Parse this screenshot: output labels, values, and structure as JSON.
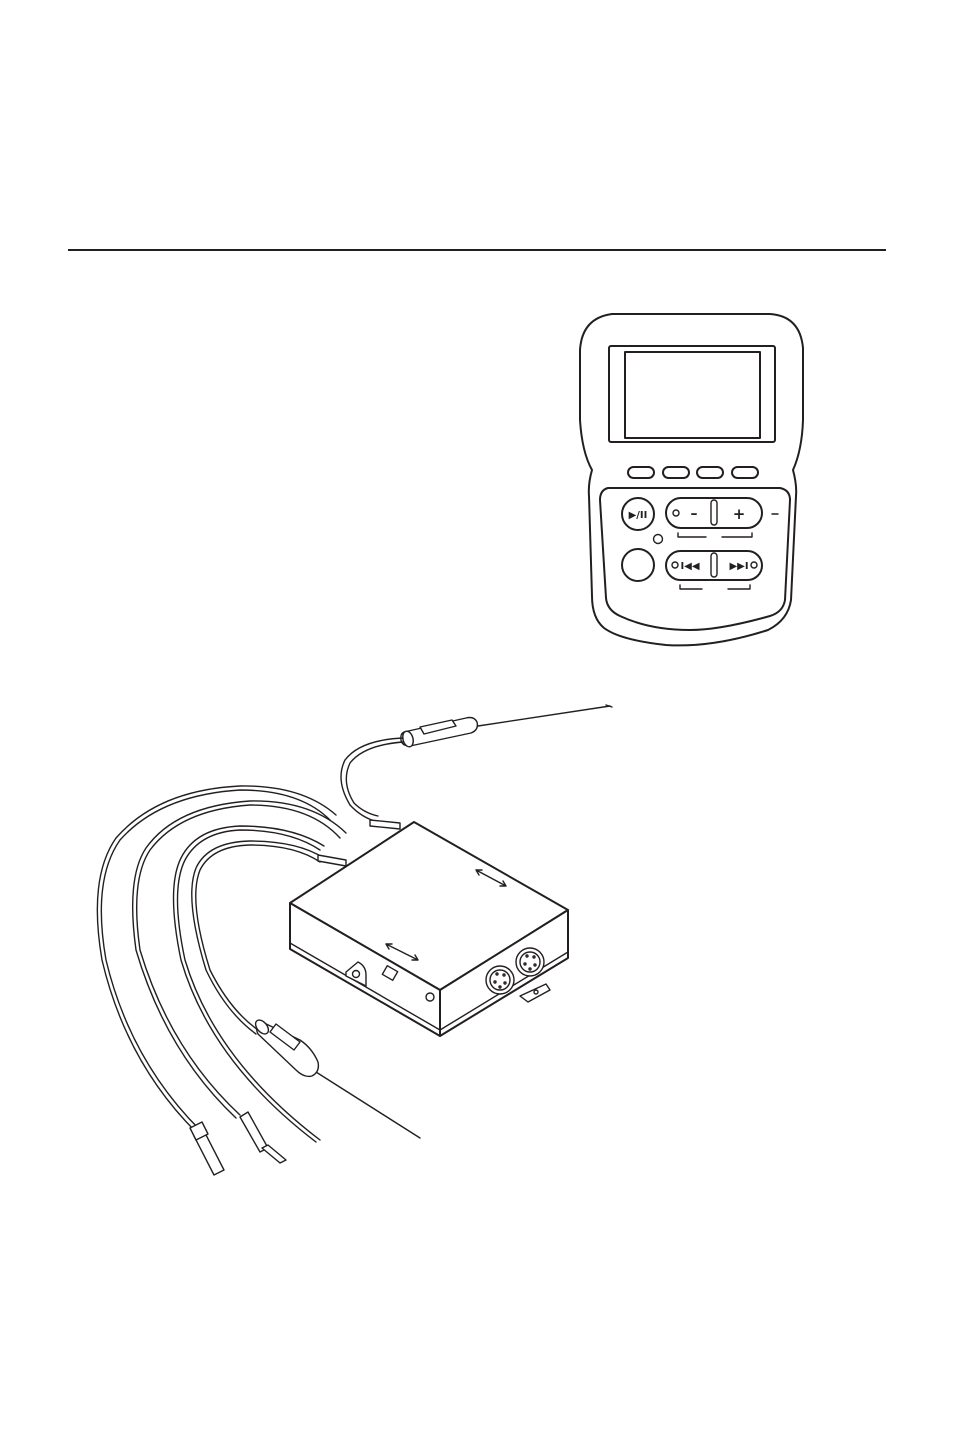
{
  "remote": {
    "play_pause_glyph": "▶/II",
    "volume_down_glyph": "–",
    "volume_up_glyph": "+",
    "previous_glyph": "I◀◀",
    "next_glyph": "▶▶I"
  },
  "colors": {
    "line": "#231f20",
    "background": "#ffffff"
  }
}
